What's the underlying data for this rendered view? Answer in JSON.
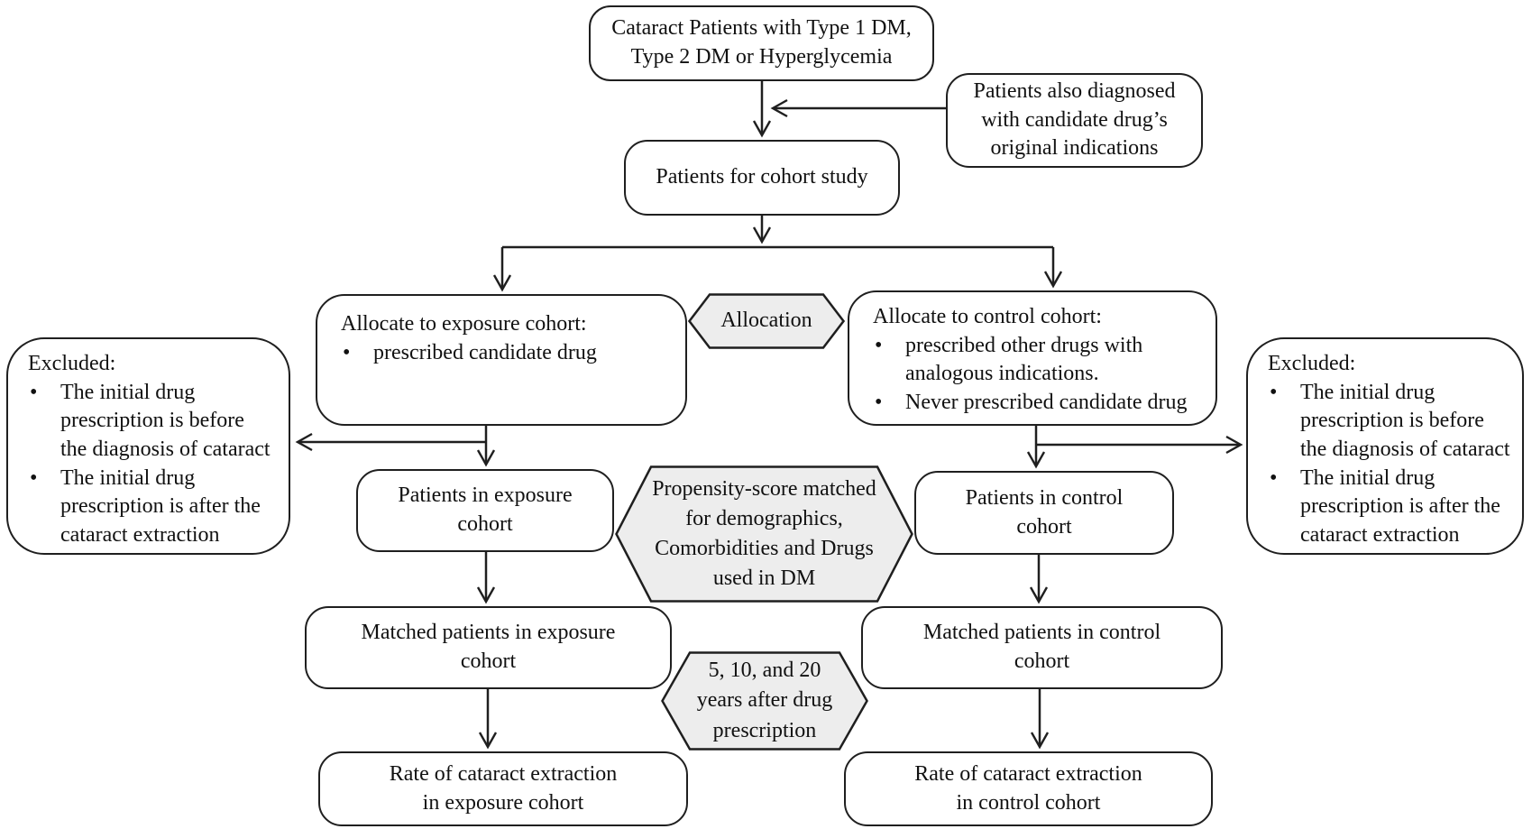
{
  "nodes": {
    "top": {
      "text": "Cataract Patients with Type 1 DM,\nType 2 DM or Hyperglycemia"
    },
    "also_diagnosed": {
      "text": "Patients also diagnosed\nwith candidate drug’s\noriginal indications"
    },
    "cohort_study": {
      "text": "Patients for cohort study"
    },
    "allocate_exposure": {
      "title": "Allocate to exposure cohort:",
      "bullets": [
        "prescribed candidate drug"
      ]
    },
    "allocate_control": {
      "title": "Allocate to control cohort:",
      "bullets": [
        "prescribed other drugs with\nanalogous indications.",
        "Never prescribed candidate drug"
      ]
    },
    "excluded_left": {
      "title": "Excluded:",
      "bullets": [
        "The initial drug\nprescription is before\nthe diagnosis of cataract",
        "The initial drug\nprescription is after the\ncataract extraction"
      ]
    },
    "excluded_right": {
      "title": "Excluded:",
      "bullets": [
        "The initial drug\nprescription is before\nthe diagnosis of cataract",
        "The initial drug\nprescription is after the\ncataract extraction"
      ]
    },
    "patients_exposure": {
      "text": "Patients in exposure\ncohort"
    },
    "patients_control": {
      "text": "Patients in control\ncohort"
    },
    "matched_exposure": {
      "text": "Matched patients in exposure\ncohort"
    },
    "matched_control": {
      "text": "Matched patients in control\ncohort"
    },
    "rate_exposure": {
      "text": "Rate of cataract extraction\nin exposure cohort"
    },
    "rate_control": {
      "text": "Rate of cataract extraction\nin control cohort"
    }
  },
  "labels": {
    "allocation": "Allocation",
    "propensity": "Propensity-score matched\nfor demographics,\nComorbidities and Drugs\nused in DM",
    "years": "5, 10, and 20\nyears after drug\nprescription"
  },
  "glyphs": {
    "bullet": "•"
  },
  "colors": {
    "background": "#ffffff",
    "box_fill": "#ffffff",
    "border": "#1f1f1f",
    "text": "#111111",
    "hexagon_fill": "#ededed"
  }
}
